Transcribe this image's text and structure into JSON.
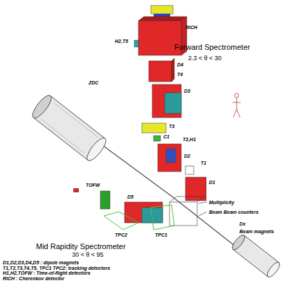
{
  "diagram": {
    "labels": [
      "H2,T5",
      "RICH",
      "D4",
      "T4",
      "D3",
      "T3",
      "ZDC",
      "C1",
      "T2,H1",
      "D2",
      "T1",
      "D1",
      "Forward Spectrometer",
      "2.3 < θ < 30",
      "TOFW",
      "D5",
      "Multiplicity",
      "Beam Beam counters",
      "TPC2",
      "TPC1",
      "Mid Rapidity Spectrometer",
      "30 < θ < 95",
      "Dx",
      "Beam magnets",
      "D1,D2,D3,D4,D5 : dipole magnets",
      "T1,T2,T3,T4,T5, TPC1 TPC2: tracking detectors",
      "H1,H2,TOFW : Time-of-flight detectors",
      "RICH : Cherenkov detector"
    ]
  }
}
